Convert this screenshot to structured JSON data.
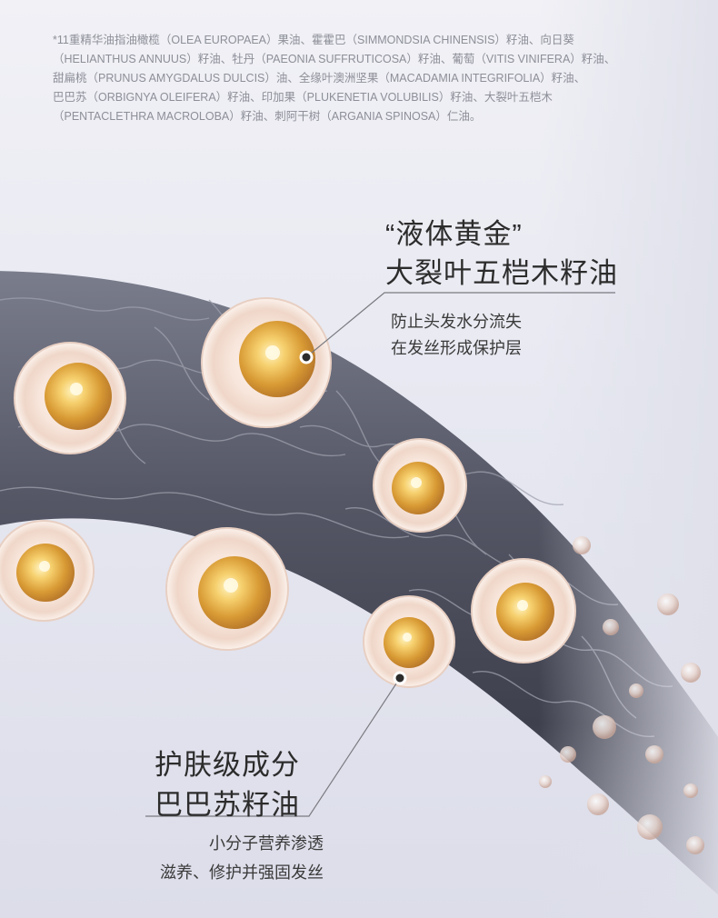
{
  "footnote": {
    "line1": "*11重精华油指油橄榄（OLEA EUROPAEA）果油、霍霍巴（SIMMONDSIA CHINENSIS）籽油、向日葵",
    "line2": "（HELIANTHUS ANNUUS）籽油、牡丹（PAEONIA SUFFRUTICOSA）籽油、葡萄（VITIS VINIFERA）籽油、",
    "line3": "甜扁桃（PRUNUS AMYGDALUS DULCIS）油、全缘叶澳洲坚果（MACADAMIA INTEGRIFOLIA）籽油、",
    "line4": "巴巴苏（ORBIGNYA OLEIFERA）籽油、印加果（PLUKENETIA VOLUBILIS）籽油、大裂叶五桤木",
    "line5": "（PENTACLETHRA MACROLOBA）籽油、刺阿干树（ARGANIA SPINOSA）仁油。"
  },
  "callout_top": {
    "title_line1": "“液体黄金”",
    "title_line2": "大裂叶五桤木籽油",
    "desc_line1": "防止头发水分流失",
    "desc_line2": "在发丝形成保护层"
  },
  "callout_bottom": {
    "title_line1": "护肤级成分",
    "title_line2": "巴巴苏籽油",
    "desc_line1": "小分子营养渗透",
    "desc_line2": "滋养、修护并强固发丝"
  },
  "colors": {
    "hair": "#4d4f5d",
    "bubble_rim": "#f4e4da",
    "oil_gold": "#e0ae44",
    "leader_line": "#7a7a80"
  }
}
